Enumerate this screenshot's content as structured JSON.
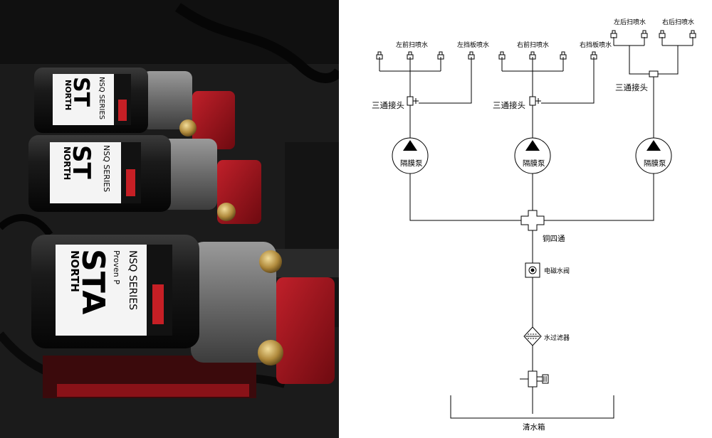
{
  "photo": {
    "pumps": [
      {
        "brand_top": "NORTH",
        "brand_big": "ST",
        "series": "NSQ SERIES"
      },
      {
        "brand_top": "NORTH",
        "brand_big": "ST",
        "series": "NSQ SERIES"
      },
      {
        "brand_top": "NORTH",
        "brand_big": "STA",
        "series": "NSQ SERIES",
        "tagline": "Proven P"
      }
    ]
  },
  "diagram": {
    "nozzle_groups": [
      {
        "left_label": "左前扫喷水",
        "right_label": "左挡板喷水"
      },
      {
        "left_label": "右前扫喷水",
        "right_label": "右挡板喷水"
      },
      {
        "left_label": "左后扫喷水",
        "right_label": "右后扫喷水"
      }
    ],
    "tee_label": "三通接头",
    "pump_label": "隔膜泵",
    "cross_label": "铜四通",
    "solenoid_label": "电磁水阀",
    "filter_label": "水过滤器",
    "tank_label": "清水箱"
  }
}
